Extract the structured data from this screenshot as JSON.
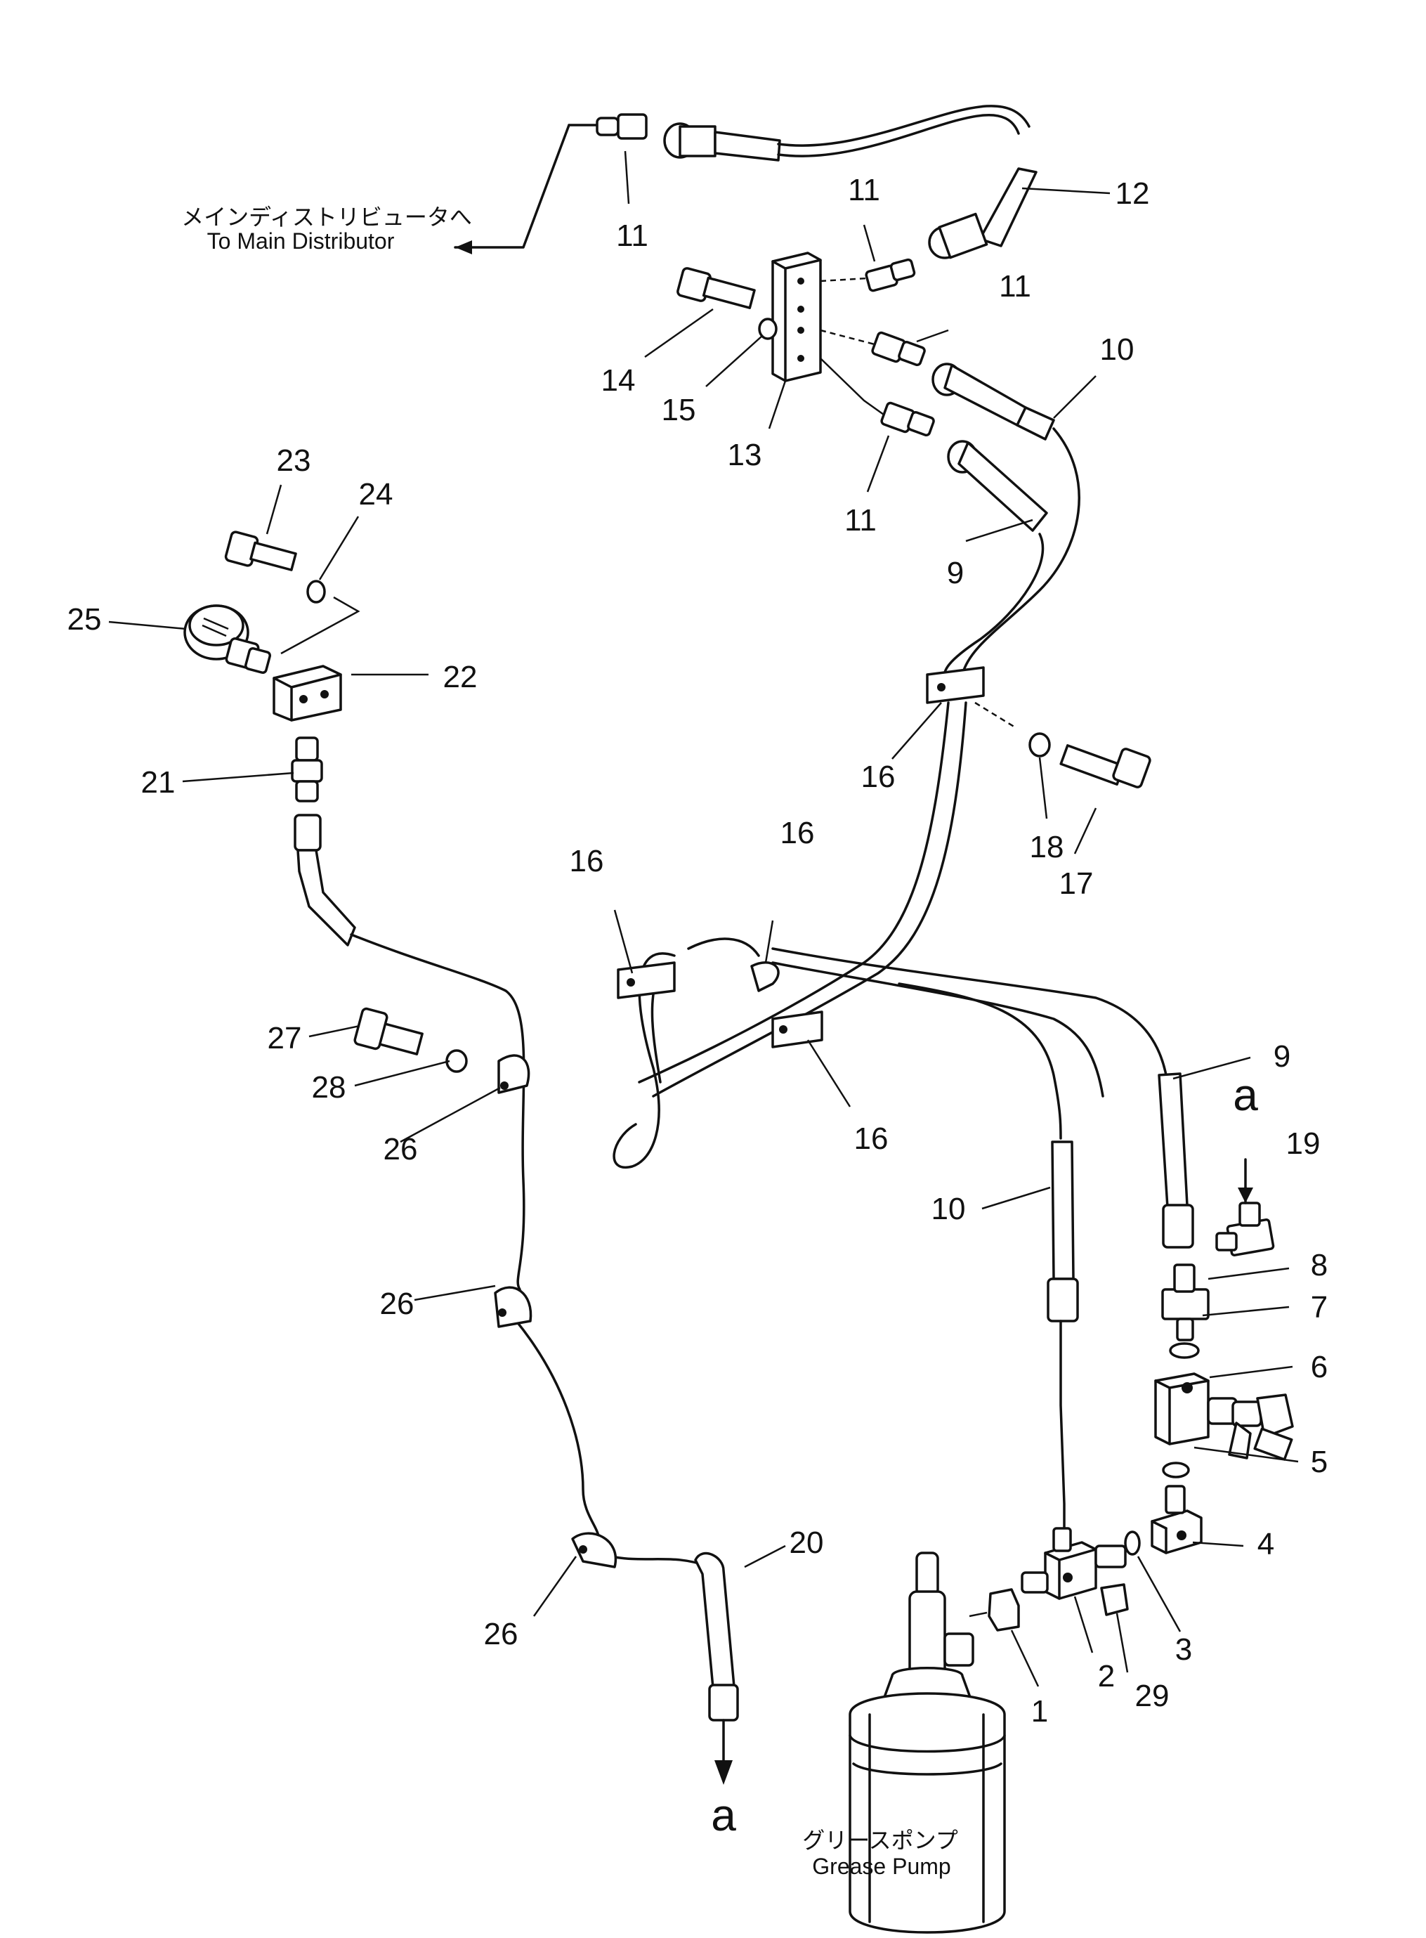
{
  "labels": {
    "to_main_distributor_jp": "メインディストリビュータへ",
    "to_main_distributor_en": "To Main Distributor",
    "grease_pump_jp": "グリースポンプ",
    "grease_pump_en": "Grease Pump",
    "marker_a": "a"
  },
  "parts": {
    "p1": "1",
    "p2": "2",
    "p3": "3",
    "p4": "4",
    "p5": "5",
    "p6": "6",
    "p7": "7",
    "p8": "8",
    "p9": "9",
    "p10": "10",
    "p11": "11",
    "p12": "12",
    "p13": "13",
    "p14": "14",
    "p15": "15",
    "p16": "16",
    "p17": "17",
    "p18": "18",
    "p19": "19",
    "p20": "20",
    "p21": "21",
    "p22": "22",
    "p23": "23",
    "p24": "24",
    "p25": "25",
    "p26": "26",
    "p27": "27",
    "p28": "28",
    "p29": "29"
  }
}
